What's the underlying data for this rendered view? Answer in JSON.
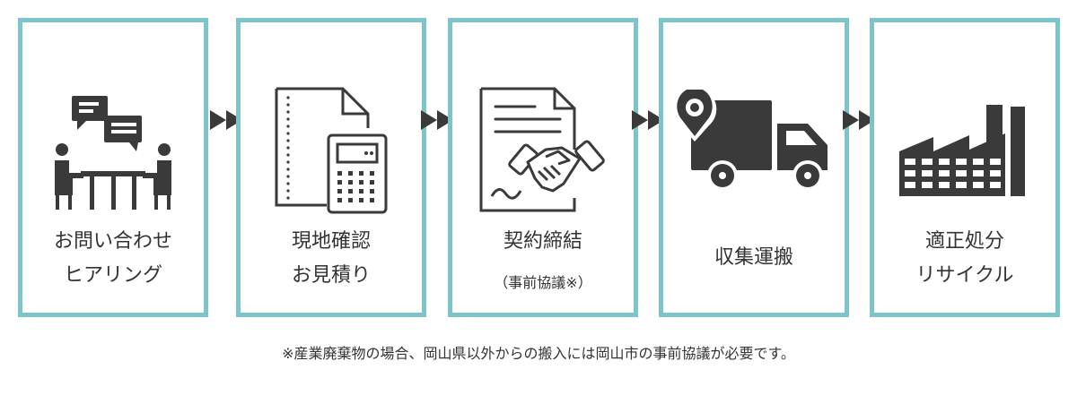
{
  "colors": {
    "border": "#7bc4c9",
    "icon": "#3a3a3a",
    "text": "#333333"
  },
  "steps": [
    {
      "icon": "meeting-icon",
      "lines": [
        "お問い合わせ",
        "ヒアリング"
      ]
    },
    {
      "icon": "estimate-calculator-icon",
      "lines": [
        "現地確認",
        "お見積り"
      ]
    },
    {
      "icon": "contract-handshake-icon",
      "lines": [
        "契約締結"
      ],
      "sub": "（事前協議※）"
    },
    {
      "icon": "truck-location-icon",
      "lines": [
        "収集運搬"
      ]
    },
    {
      "icon": "factory-icon",
      "lines": [
        "適正処分",
        "リサイクル"
      ]
    }
  ],
  "arrows": [
    "double-arrow-icon",
    "double-arrow-icon",
    "double-arrow-icon",
    "double-arrow-icon"
  ],
  "note": "※産業廃棄物の場合、岡山県以外からの搬入には岡山市の事前協議が必要です。"
}
